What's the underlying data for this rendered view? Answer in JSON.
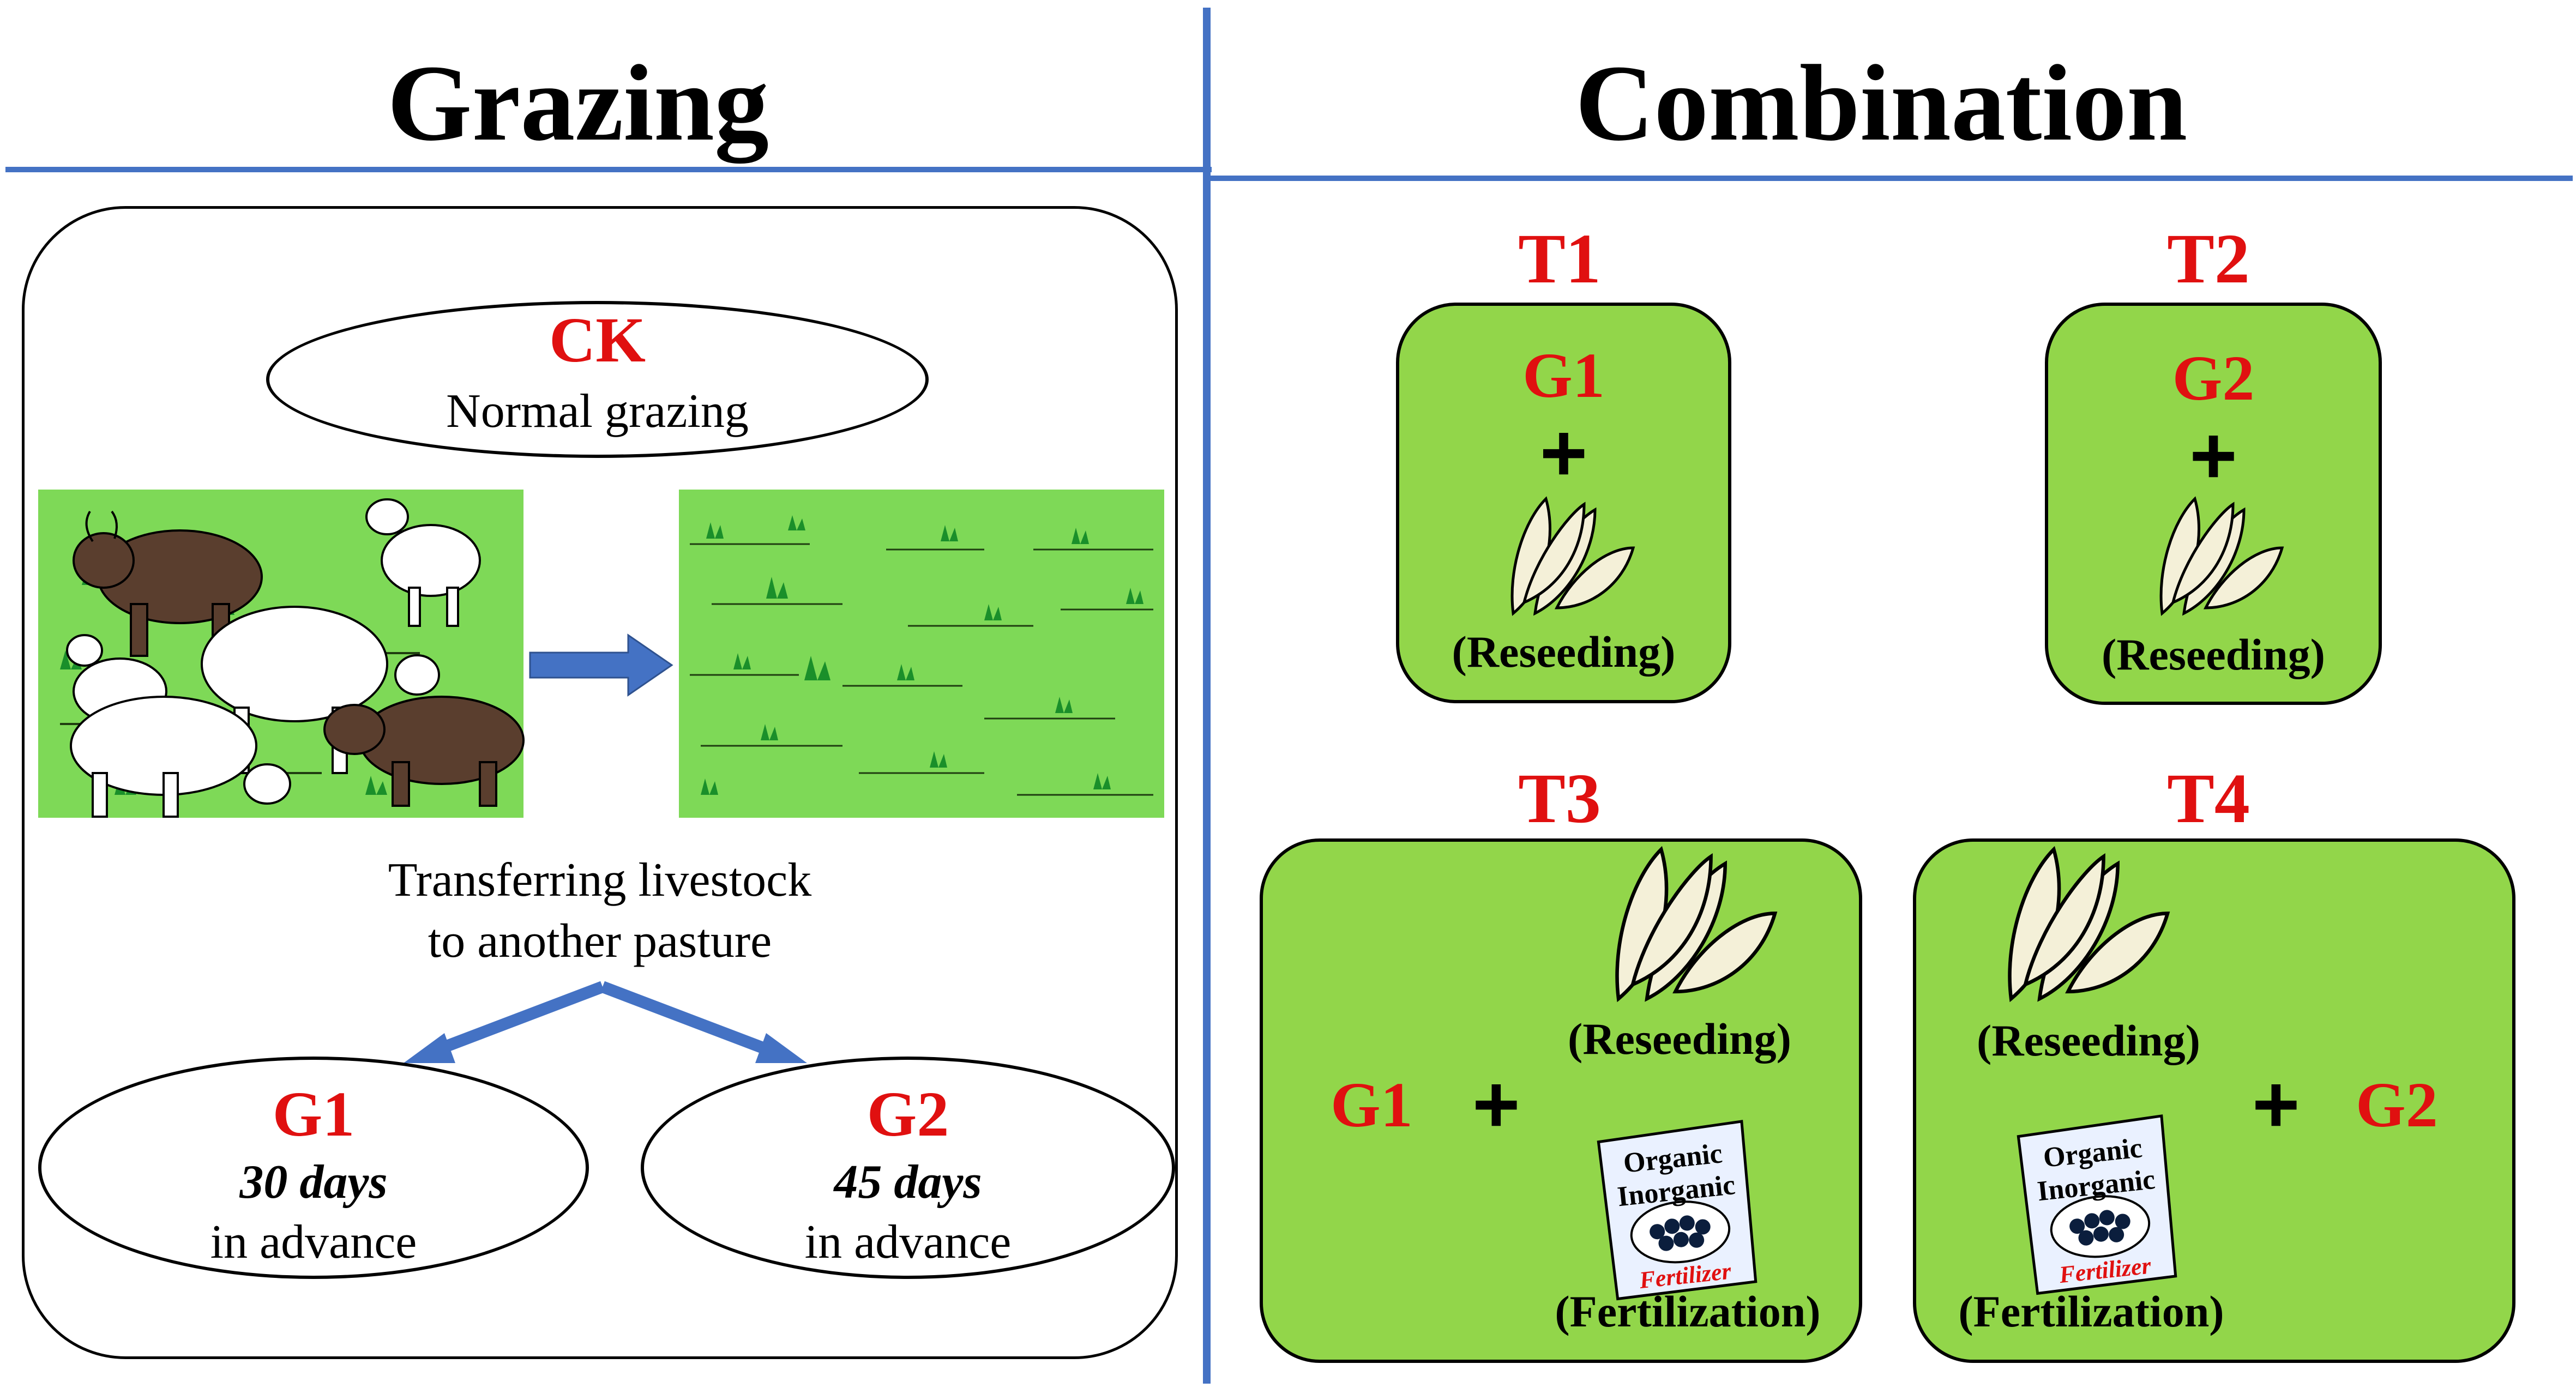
{
  "colors": {
    "divider": "#4472c4",
    "panel_fill": "#92d64a",
    "label_red": "#e01010",
    "arrow_blue": "#4472c4",
    "pasture_green": "#7ed957"
  },
  "left": {
    "title": "Grazing",
    "ck": {
      "label": "CK",
      "desc": "Normal grazing"
    },
    "transfer_text_1": "Transferring livestock",
    "transfer_text_2": "to another pasture",
    "g1": {
      "label": "G1",
      "days": "30 days",
      "note": "in advance"
    },
    "g2": {
      "label": "G2",
      "days": "45 days",
      "note": "in advance"
    },
    "images": {
      "grazing_scene": "yak-and-sheep-grazing-illustration",
      "empty_pasture": "grass-pasture-illustration"
    }
  },
  "right": {
    "title": "Combination",
    "t1": {
      "label": "T1",
      "g": "G1",
      "plus": "+",
      "reseed": "(Reseeding)"
    },
    "t2": {
      "label": "T2",
      "g": "G2",
      "plus": "+",
      "reseed": "(Reseeding)"
    },
    "t3": {
      "label": "T3",
      "g": "G1",
      "plus": "+",
      "reseed": "(Reseeding)",
      "fert": "(Fertilization)"
    },
    "t4": {
      "label": "T4",
      "g": "G2",
      "plus": "+",
      "reseed": "(Reseeding)",
      "fert": "(Fertilization)"
    },
    "fertilizer_bag": {
      "line1": "Organic",
      "line2": "Inorganic",
      "line3": "Fertilizer"
    }
  }
}
